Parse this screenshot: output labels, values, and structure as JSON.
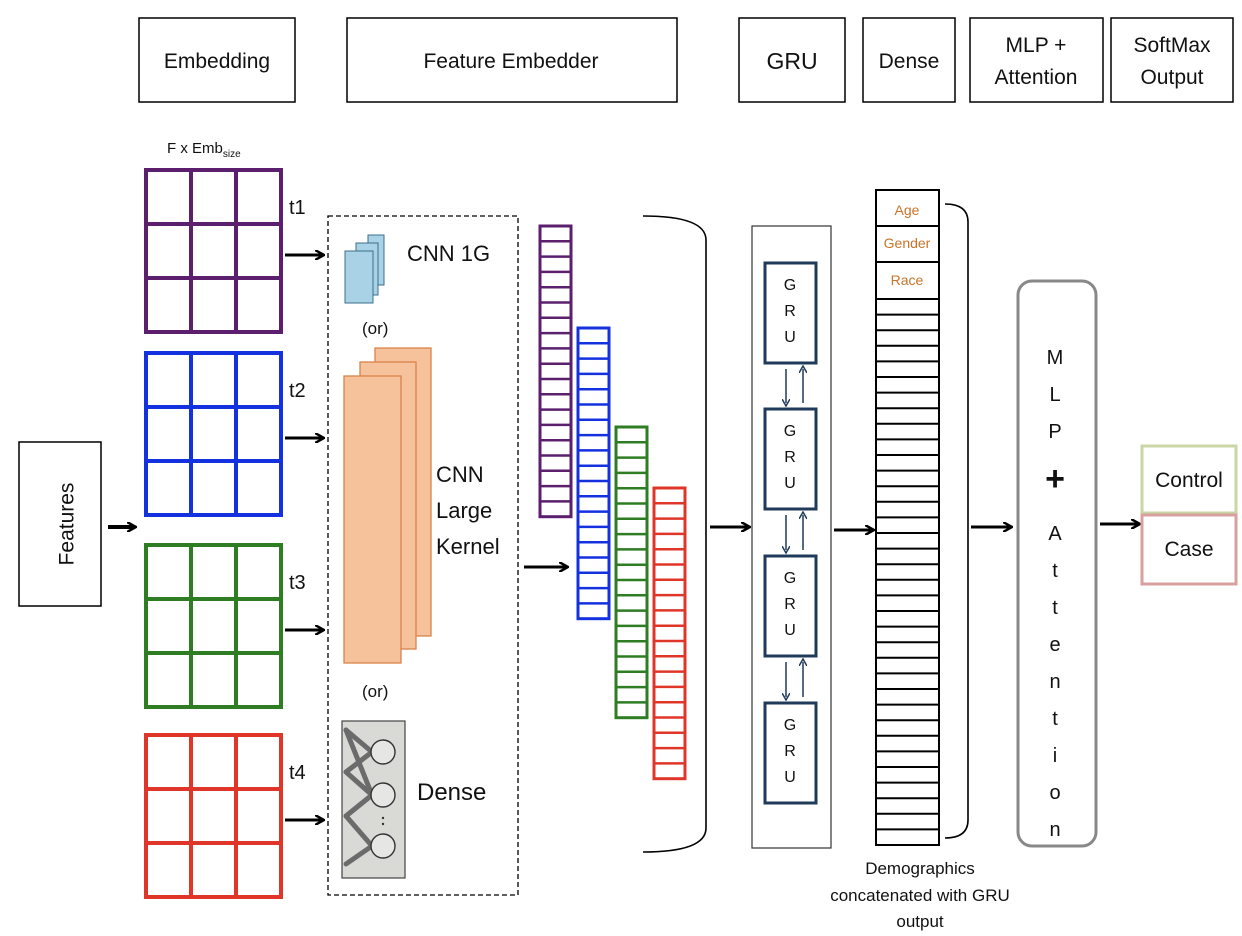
{
  "headers": {
    "embedding": "Embedding",
    "feature_embedder": "Feature Embedder",
    "gru": "GRU",
    "dense": "Dense",
    "mlp_attention_1": "MLP +",
    "mlp_attention_2": "Attention",
    "softmax_1": "SoftMax",
    "softmax_2": "Output"
  },
  "features_label": "Features",
  "emb_size_label": {
    "main": "F x Emb",
    "sub": "size"
  },
  "timesteps": [
    "t1",
    "t2",
    "t3",
    "t4"
  ],
  "feature_embedder": {
    "cnn_1g": "CNN 1G",
    "or_1": "(or)",
    "cnn_large_1": "CNN",
    "cnn_large_2": "Large",
    "cnn_large_3": "Kernel",
    "or_2": "(or)",
    "dense": "Dense"
  },
  "gru_cells": [
    [
      "G",
      "R",
      "U"
    ],
    [
      "G",
      "R",
      "U"
    ],
    [
      "G",
      "R",
      "U"
    ],
    [
      "G",
      "R",
      "U"
    ]
  ],
  "demographics": {
    "fields": [
      "Age",
      "Gender",
      "Race"
    ],
    "caption_1": "Demographics",
    "caption_2": "concatenated with GRU",
    "caption_3": "output"
  },
  "mlp_attention_letters": [
    "M",
    "L",
    "P",
    "+",
    "A",
    "t",
    "t",
    "e",
    "n",
    "t",
    "i",
    "o",
    "n"
  ],
  "outputs": {
    "control": "Control",
    "case": "Case"
  },
  "colors": {
    "t1": "#5b1f6e",
    "t2": "#1431e0",
    "t3": "#2e7d23",
    "t4": "#e0362a",
    "cnn_small": "#a9d2e6",
    "cnn_large": "#f6c29b",
    "demographics_text": "#c8742a",
    "gru_border": "#1f3a5a",
    "control_border": "#c9d7a6",
    "case_border": "#d9a0a0"
  }
}
